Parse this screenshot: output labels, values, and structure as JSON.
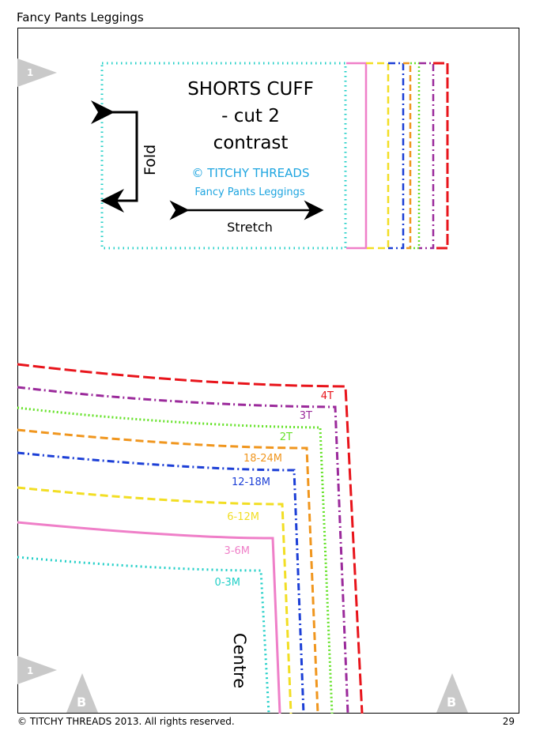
{
  "header": {
    "title": "Fancy Pants Leggings"
  },
  "cuff": {
    "title": "SHORTS CUFF",
    "cut": "- cut 2",
    "fabric": "contrast",
    "copyright": "© TITCHY THREADS",
    "pattern_name": "Fancy Pants Leggings",
    "fold_label": "Fold",
    "stretch_label": "Stretch"
  },
  "sizes": [
    {
      "label": "4T",
      "color": "#e8141b"
    },
    {
      "label": "3T",
      "color": "#9b2a9b"
    },
    {
      "label": "2T",
      "color": "#66e22a"
    },
    {
      "label": "18-24M",
      "color": "#f0961e"
    },
    {
      "label": "12-18M",
      "color": "#1c3fd6"
    },
    {
      "label": "6-12M",
      "color": "#f2de24"
    },
    {
      "label": "3-6M",
      "color": "#ef7fc8"
    },
    {
      "label": "0-3M",
      "color": "#21cfc7"
    }
  ],
  "markers": {
    "match1": "1",
    "matchB": "B"
  },
  "grain_label": "Centre",
  "footer": {
    "copyright": "© TITCHY THREADS 2013. All rights reserved.",
    "page_number": "29"
  }
}
